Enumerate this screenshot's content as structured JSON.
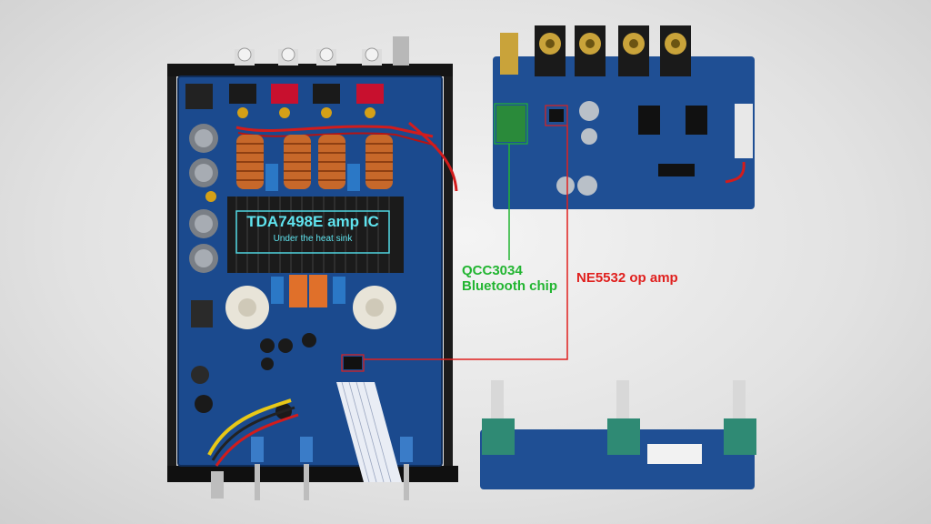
{
  "callouts": {
    "amp_ic_title": "TDA7498E amp IC",
    "amp_ic_subtitle": "Under the heat sink",
    "bluetooth_chip": "QCC3034",
    "bluetooth_chip_caption": "Bluetooth chip",
    "opamp": "NE5532 op amp"
  },
  "colors": {
    "pcb_blue": "#1d4a8c",
    "heatsink_black": "#1a1a1a",
    "label_cyan": "#5fe3ee",
    "callout_green": "#22b531",
    "callout_red": "#e0201e",
    "background": "#e6e6e6"
  }
}
